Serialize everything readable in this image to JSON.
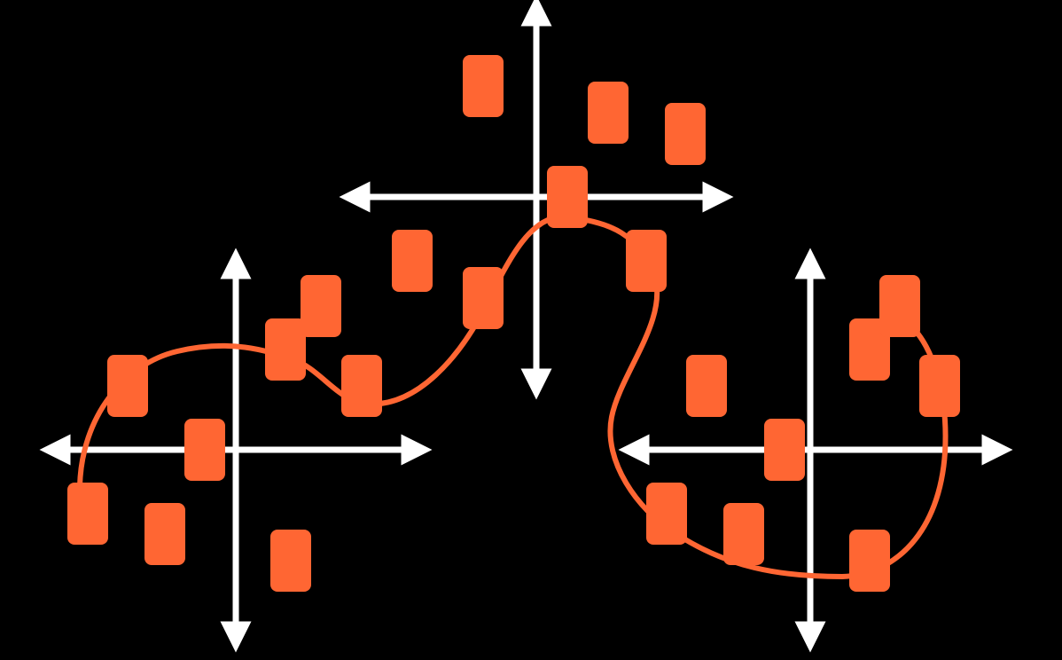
{
  "colors": {
    "background": "#000000",
    "axis": "#FFFFFF",
    "marker": "#FF6633",
    "curve": "#FF6633"
  },
  "diagram": {
    "axes_count": 3,
    "marker_shape": "rounded-rectangle",
    "curve": "smooth-wave"
  }
}
